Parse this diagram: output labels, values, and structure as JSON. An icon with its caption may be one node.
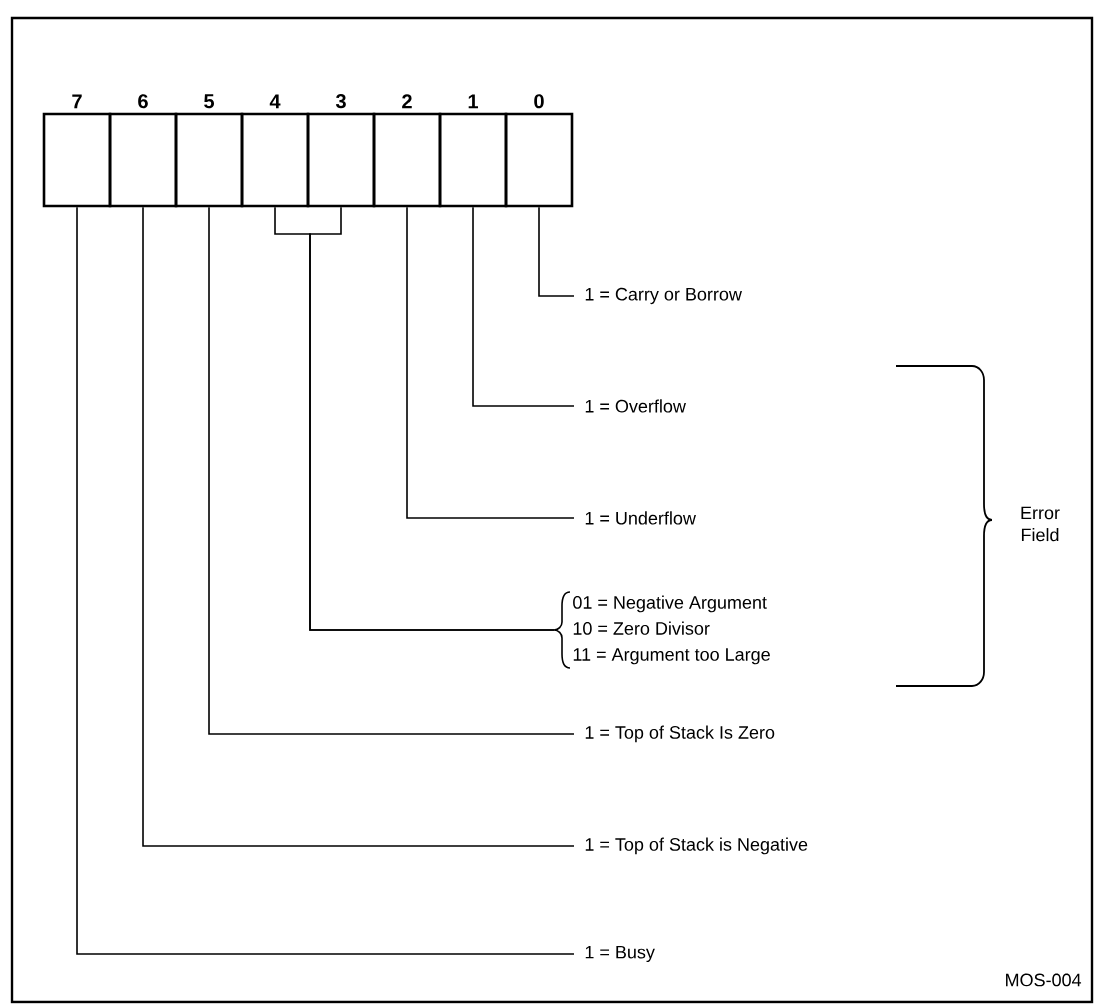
{
  "diagram": {
    "nodes": [
      {
        "text": [
          "7"
        ]
      },
      {
        "text": [
          "6"
        ]
      },
      {
        "text": [
          "5"
        ]
      },
      {
        "text": [
          "4"
        ]
      },
      {
        "text": [
          "3"
        ]
      },
      {
        "text": [
          "2"
        ]
      },
      {
        "text": [
          "1"
        ]
      },
      {
        "text": [
          "0"
        ]
      },
      {
        "text": [
          "1 = Carry or Borrow"
        ]
      },
      {
        "text": [
          "1 = Overflow"
        ]
      },
      {
        "text": [
          "1 = Underflow"
        ]
      },
      {
        "text": [
          "01 = Negative Argument",
          "10 = Zero Divisor",
          "11 = Argument too Large"
        ]
      },
      {
        "text": [
          "1 = Top of Stack Is Zero"
        ]
      },
      {
        "text": [
          "1 = Top of Stack is Negative"
        ]
      },
      {
        "text": [
          "1 = Busy"
        ]
      }
    ],
    "edges": [
      {
        "from": 7,
        "to": 8,
        "arrow": "none"
      },
      {
        "from": 6,
        "to": 9,
        "arrow": "none"
      },
      {
        "from": 5,
        "to": 10,
        "arrow": "none"
      },
      {
        "from": 3,
        "to": 11,
        "arrow": "none"
      },
      {
        "from": 4,
        "to": 11,
        "arrow": "none"
      },
      {
        "from": 2,
        "to": 12,
        "arrow": "none"
      },
      {
        "from": 1,
        "to": 13,
        "arrow": "none"
      },
      {
        "from": 0,
        "to": 14,
        "arrow": "none"
      }
    ],
    "labels": [
      "Error Field",
      "MOS-004"
    ]
  }
}
